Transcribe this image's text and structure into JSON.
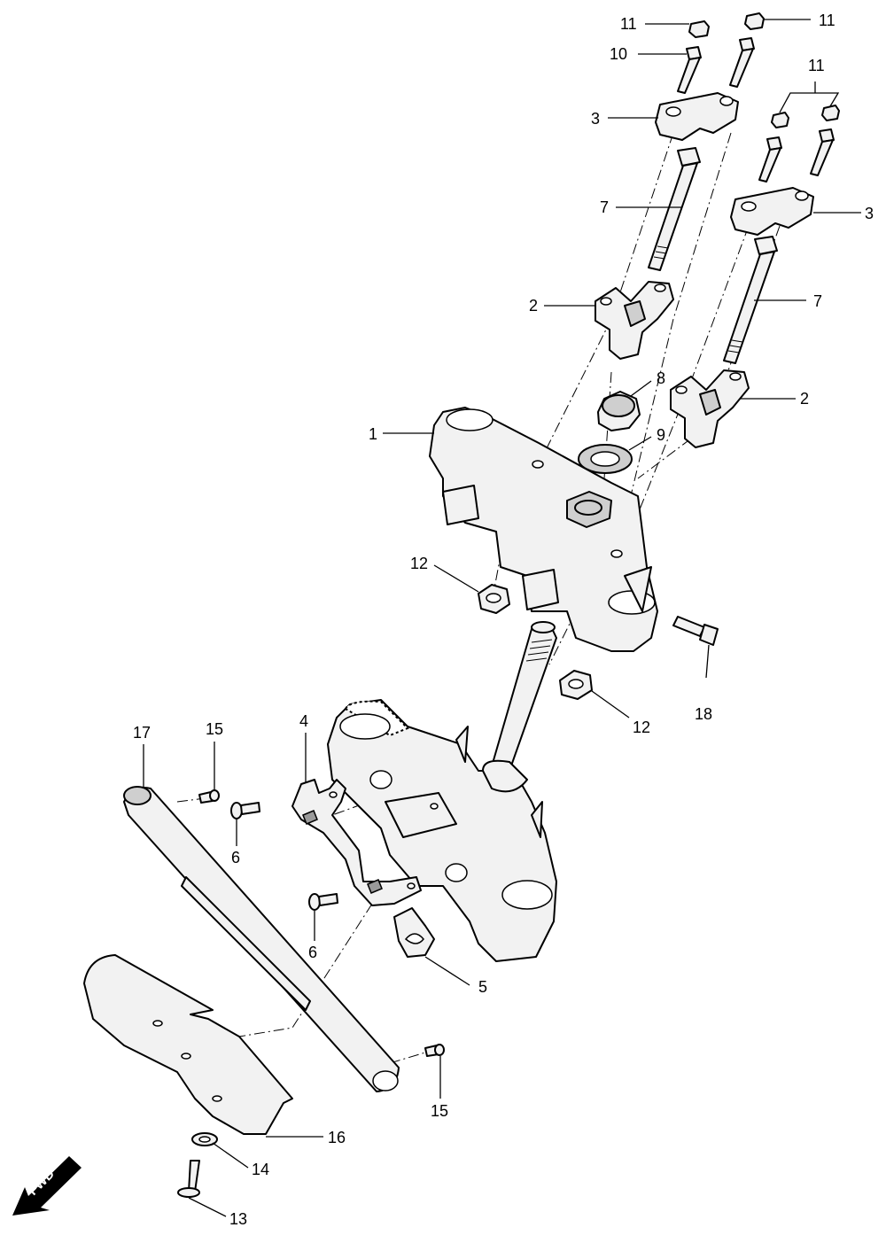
{
  "callouts": {
    "c11a": "11",
    "c11b": "11",
    "c11c": "11",
    "c10": "10",
    "c3a": "3",
    "c3b": "3",
    "c7a": "7",
    "c7b": "7",
    "c2a": "2",
    "c2b": "2",
    "c8": "8",
    "c9": "9",
    "c1": "1",
    "c12a": "12",
    "c12b": "12",
    "c18": "18",
    "c17": "17",
    "c15a": "15",
    "c15b": "15",
    "c4": "4",
    "c6a": "6",
    "c6b": "6",
    "c5": "5",
    "c16": "16",
    "c14": "14",
    "c13": "13"
  },
  "direction_badge": {
    "text": "FWD"
  }
}
